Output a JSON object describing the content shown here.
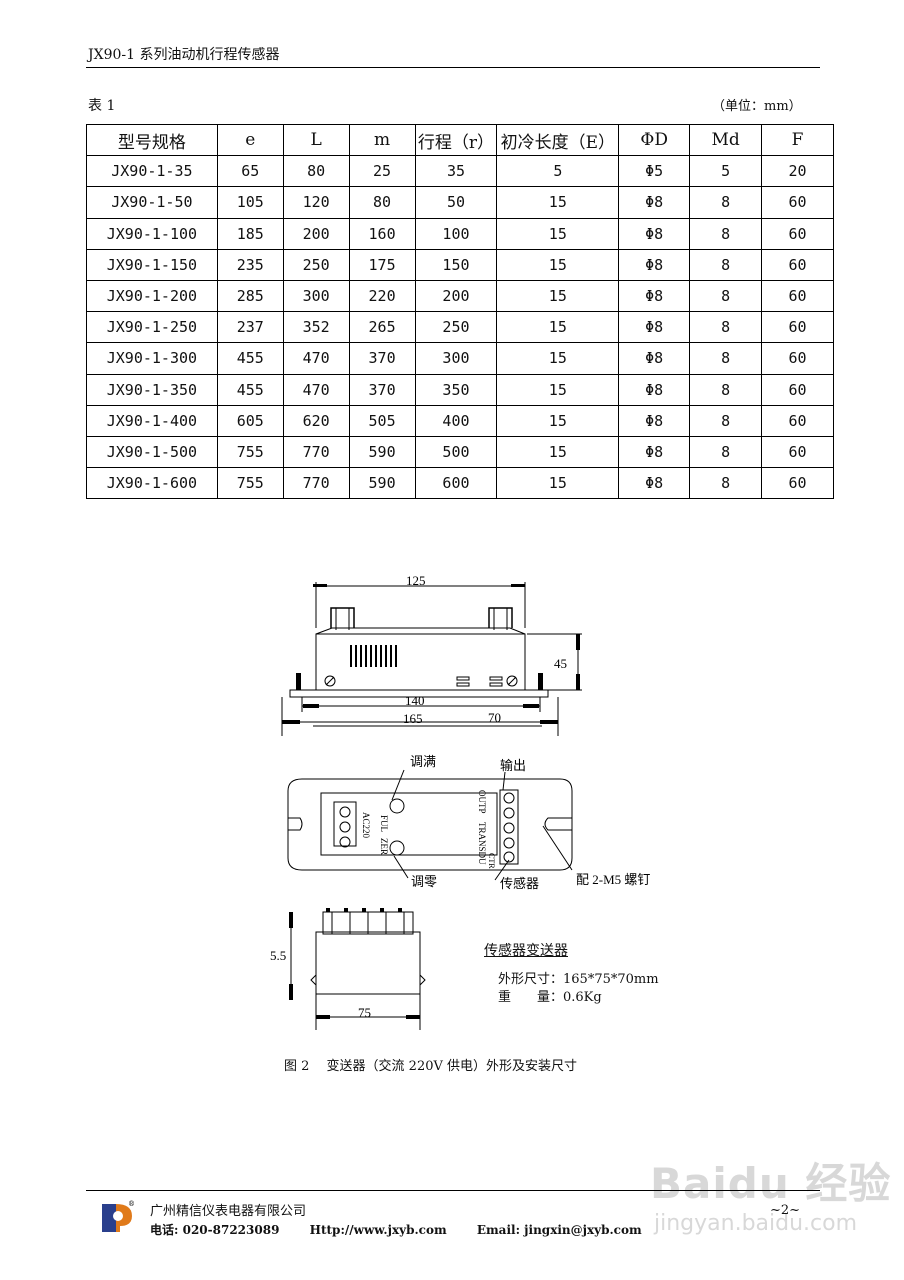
{
  "header": {
    "title": "JX90-1 系列油动机行程传感器"
  },
  "table": {
    "label": "表 1",
    "unit": "（单位：mm）",
    "columns": [
      "型号规格",
      "e",
      "L",
      "m",
      "行程（r）",
      "初冷长度（E）",
      "ΦD",
      "Md",
      "F"
    ],
    "rows": [
      [
        "JX90-1-35",
        "65",
        "80",
        "25",
        "35",
        "5",
        "Φ5",
        "5",
        "20"
      ],
      [
        "JX90-1-50",
        "105",
        "120",
        "80",
        "50",
        "15",
        "Φ8",
        "8",
        "60"
      ],
      [
        "JX90-1-100",
        "185",
        "200",
        "160",
        "100",
        "15",
        "Φ8",
        "8",
        "60"
      ],
      [
        "JX90-1-150",
        "235",
        "250",
        "175",
        "150",
        "15",
        "Φ8",
        "8",
        "60"
      ],
      [
        "JX90-1-200",
        "285",
        "300",
        "220",
        "200",
        "15",
        "Φ8",
        "8",
        "60"
      ],
      [
        "JX90-1-250",
        "237",
        "352",
        "265",
        "250",
        "15",
        "Φ8",
        "8",
        "60"
      ],
      [
        "JX90-1-300",
        "455",
        "470",
        "370",
        "300",
        "15",
        "Φ8",
        "8",
        "60"
      ],
      [
        "JX90-1-350",
        "455",
        "470",
        "370",
        "350",
        "15",
        "Φ8",
        "8",
        "60"
      ],
      [
        "JX90-1-400",
        "605",
        "620",
        "505",
        "400",
        "15",
        "Φ8",
        "8",
        "60"
      ],
      [
        "JX90-1-500",
        "755",
        "770",
        "590",
        "500",
        "15",
        "Φ8",
        "8",
        "60"
      ],
      [
        "JX90-1-600",
        "755",
        "770",
        "590",
        "600",
        "15",
        "Φ8",
        "8",
        "60"
      ]
    ]
  },
  "figure": {
    "dims": {
      "top_width": "125",
      "height": "45",
      "inner_width": "140",
      "outer_width": "165",
      "depth": "70",
      "side_height": "5.5",
      "side_width": "75"
    },
    "labels": {
      "full_adj": "调满",
      "output": "输出",
      "zero_adj": "调零",
      "sensor": "传感器",
      "screw": "配 2-M5 螺钉",
      "ful": "FUL",
      "zer": "ZER",
      "ac220": "AC220",
      "outp": "OUTP",
      "transdu": "TRANSDU",
      "ctr": "CTR"
    },
    "spec_title": "传感器变送器",
    "spec_size": "外形尺寸：165*75*70mm",
    "spec_weight": "重　　量：0.6Kg",
    "caption": "图 2　 变送器（交流 220V 供电）外形及安装尺寸"
  },
  "footer": {
    "company": "广州精信仪表电器有限公司",
    "phone": "电话: 020-87223089",
    "web": "Http://www.jxyb.com",
    "email": "Email: jingxin@jxyb.com",
    "page": "~2~"
  },
  "watermark": {
    "brand": "Baidu 经验",
    "url": "jingyan.baidu.com"
  }
}
